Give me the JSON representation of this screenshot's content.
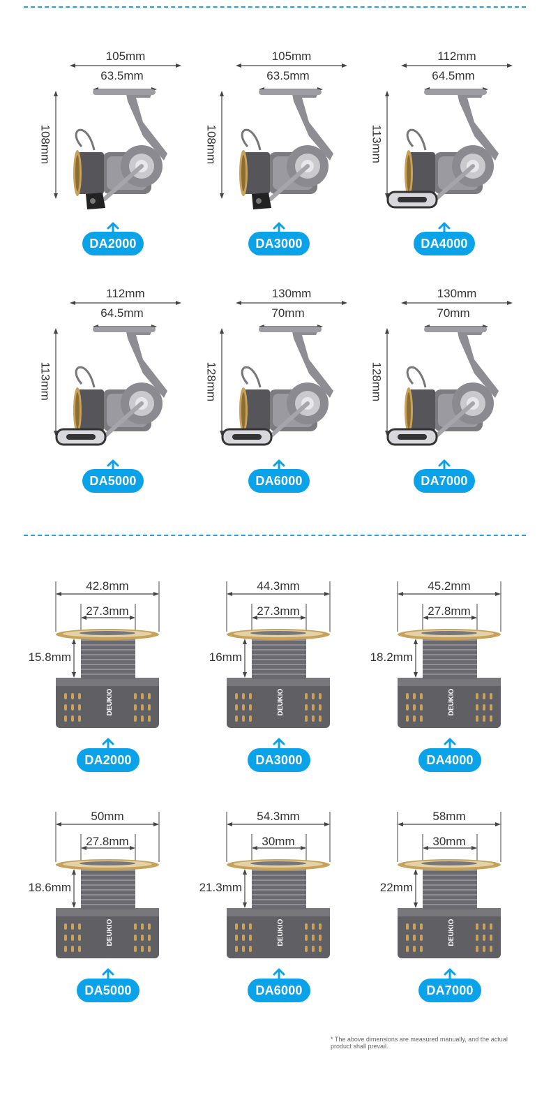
{
  "reels": [
    {
      "model": "DA2000",
      "width": "105mm",
      "inner": "63.5mm",
      "height": "108mm"
    },
    {
      "model": "DA3000",
      "width": "105mm",
      "inner": "63.5mm",
      "height": "108mm"
    },
    {
      "model": "DA4000",
      "width": "112mm",
      "inner": "64.5mm",
      "height": "113mm"
    },
    {
      "model": "DA5000",
      "width": "112mm",
      "inner": "64.5mm",
      "height": "113mm"
    },
    {
      "model": "DA6000",
      "width": "130mm",
      "inner": "70mm",
      "height": "128mm"
    },
    {
      "model": "DA7000",
      "width": "130mm",
      "inner": "70mm",
      "height": "128mm"
    }
  ],
  "spools": [
    {
      "model": "DA2000",
      "outer": "42.8mm",
      "inner": "27.3mm",
      "depth": "15.8mm"
    },
    {
      "model": "DA3000",
      "outer": "44.3mm",
      "inner": "27.3mm",
      "depth": "16mm"
    },
    {
      "model": "DA4000",
      "outer": "45.2mm",
      "inner": "27.8mm",
      "depth": "18.2mm"
    },
    {
      "model": "DA5000",
      "outer": "50mm",
      "inner": "27.8mm",
      "depth": "18.6mm"
    },
    {
      "model": "DA6000",
      "outer": "54.3mm",
      "inner": "30mm",
      "depth": "21.3mm"
    },
    {
      "model": "DA7000",
      "outer": "58mm",
      "inner": "30mm",
      "depth": "22mm"
    }
  ],
  "spool_brand": "DEUKIO",
  "footnote": "* The above dimensions are measured manually, and the actual product shall prevail.",
  "colors": {
    "accent": "#0aa3ea",
    "divider": "#1fa3e6",
    "gold": "#c8a25a",
    "metal": "#6e6e73"
  },
  "icons": {
    "badge_arrow": "arrow-up-icon"
  }
}
